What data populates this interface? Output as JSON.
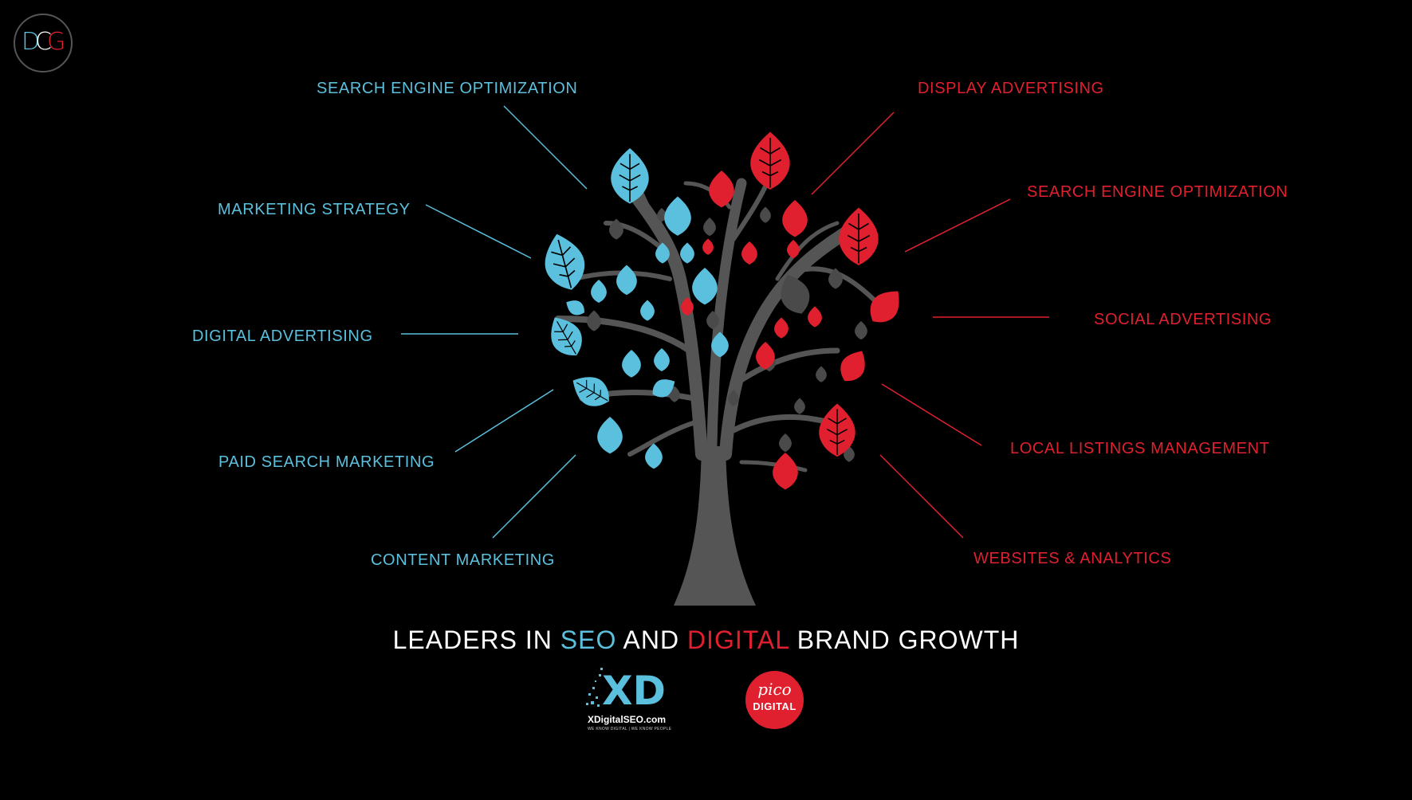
{
  "logo": {
    "letters": [
      "D",
      "C",
      "G"
    ]
  },
  "labels_left": [
    "SEARCH ENGINE OPTIMIZATION",
    "MARKETING STRATEGY",
    "DIGITAL ADVERTISING",
    "PAID SEARCH MARKETING",
    "CONTENT MARKETING"
  ],
  "labels_right": [
    "DISPLAY ADVERTISING",
    "SEARCH ENGINE OPTIMIZATION",
    "SOCIAL ADVERTISING",
    "LOCAL LISTINGS MANAGEMENT",
    "WEBSITES & ANALYTICS"
  ],
  "headline": {
    "part1": "LEADERS IN ",
    "part2": "SEO",
    "part3": " AND ",
    "part4": "DIGITAL",
    "part5": " BRAND GROWTH"
  },
  "partners": {
    "xd_mark": "XD",
    "xd_site": "XDigitalSEO.com",
    "xd_tagline": "WE KNOW DIGITAL | WE KNOW PEOPLE",
    "pico_script": "pico",
    "pico_word": "DIGITAL"
  },
  "colors": {
    "blue": "#5bc0de",
    "red": "#e0202e",
    "trunk": "#555555",
    "grey_leaf": "#4a4a4a",
    "background": "#000000"
  }
}
